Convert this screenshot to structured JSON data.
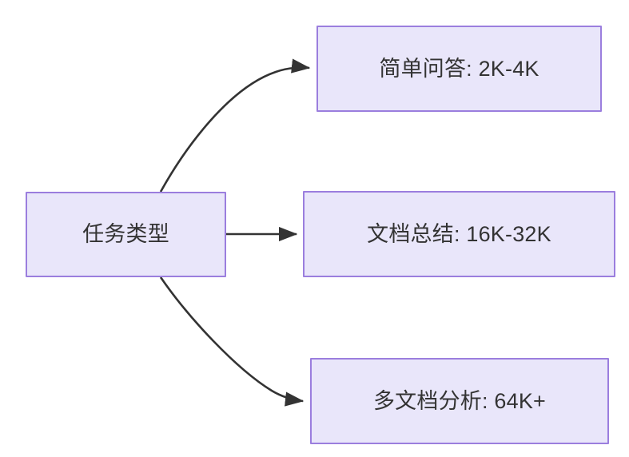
{
  "diagram": {
    "type": "flowchart",
    "direction": "left-to-right",
    "background_color": "#ffffff",
    "node_fill_color": "#e9e6fa",
    "node_border_color": "#9b7ede",
    "node_text_color": "#333333",
    "edge_color": "#333333",
    "nodes": [
      {
        "id": "root",
        "label": "任务类型"
      },
      {
        "id": "simple_qa",
        "label": "简单问答: 2K-4K"
      },
      {
        "id": "doc_summary",
        "label": "文档总结: 16K-32K"
      },
      {
        "id": "multi_doc",
        "label": "多文档分析: 64K+"
      }
    ],
    "edges": [
      {
        "from": "root",
        "to": "simple_qa",
        "style": "curved",
        "arrow": "arrowhead"
      },
      {
        "from": "root",
        "to": "doc_summary",
        "style": "straight",
        "arrow": "arrowhead"
      },
      {
        "from": "root",
        "to": "multi_doc",
        "style": "curved",
        "arrow": "arrowhead"
      }
    ]
  }
}
